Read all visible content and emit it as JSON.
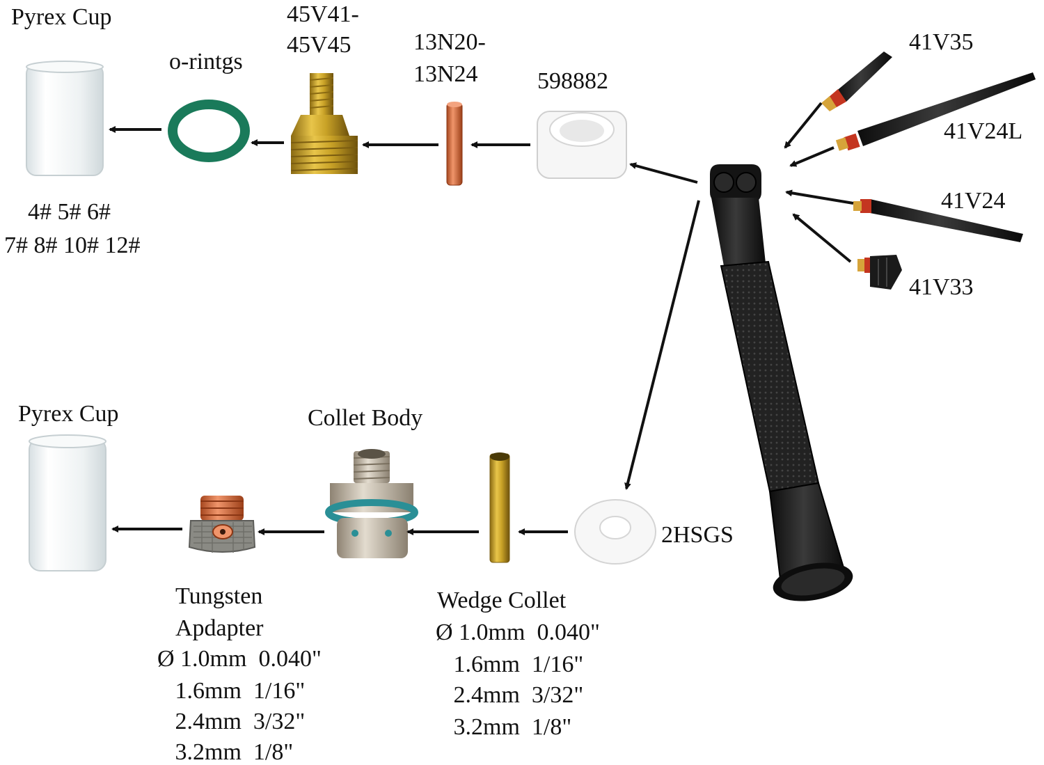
{
  "colors": {
    "text": "#111111",
    "arrow": "#111111",
    "glass": "#e9eef0",
    "oring": "#1a7a5a",
    "brass": "#c9a227",
    "copper": "#d2693c",
    "ceramic": "#f4f4f4",
    "torch": "#1c1c1c",
    "teal_ring": "#2a8f96",
    "steel": "#c2b8a8"
  },
  "top_row": {
    "pyrex_cup": "Pyrex Cup",
    "cup_sizes_line1": "4# 5# 6#",
    "cup_sizes_line2": "7# 8# 10# 12#",
    "orings": "o-rintgs",
    "collet_body_line1": "45V41-",
    "collet_body_line2": "45V45",
    "collet_line1": "13N20-",
    "collet_line2": "13N24",
    "insulator": "598882"
  },
  "back_caps": {
    "cap1": "41V35",
    "cap2": "41V24L",
    "cap3": "41V24",
    "cap4": "41V33"
  },
  "bottom_row": {
    "pyrex_cup": "Pyrex Cup",
    "collet_body": "Collet Body",
    "insulator": "2HSGS",
    "tungsten_line1": "Tungsten",
    "tungsten_line2": "Apdapter",
    "tungsten_sizes": [
      "Ø 1.0mm  0.040\"",
      "   1.6mm  1/16\"",
      "   2.4mm  3/32\"",
      "   3.2mm  1/8\""
    ],
    "wedge_line1": "Wedge Collet",
    "wedge_sizes": [
      "Ø 1.0mm  0.040\"",
      "   1.6mm  1/16\"",
      "   2.4mm  3/32\"",
      "   3.2mm  1/8\""
    ]
  }
}
